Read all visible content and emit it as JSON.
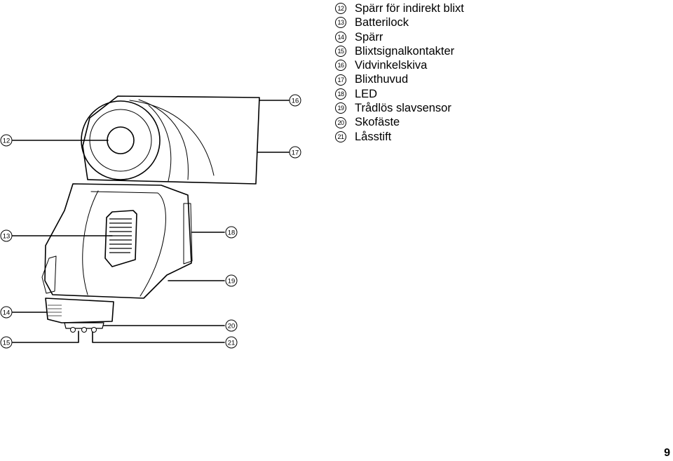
{
  "legend": [
    {
      "num": "12",
      "label": "Spärr för indirekt blixt"
    },
    {
      "num": "13",
      "label": "Batterilock"
    },
    {
      "num": "14",
      "label": "Spärr"
    },
    {
      "num": "15",
      "label": "Blixtsignalkontakter"
    },
    {
      "num": "16",
      "label": "Vidvinkelskiva"
    },
    {
      "num": "17",
      "label": "Blixthuvud"
    },
    {
      "num": "18",
      "label": "LED"
    },
    {
      "num": "19",
      "label": "Trådlös slavsensor"
    },
    {
      "num": "20",
      "label": "Skofäste"
    },
    {
      "num": "21",
      "label": "Låsstift"
    }
  ],
  "callouts": {
    "c12": "12",
    "c13": "13",
    "c14": "14",
    "c15": "15",
    "c16": "16",
    "c17": "17",
    "c18": "18",
    "c19": "19",
    "c20": "20",
    "c21": "21"
  },
  "page_number": "9"
}
